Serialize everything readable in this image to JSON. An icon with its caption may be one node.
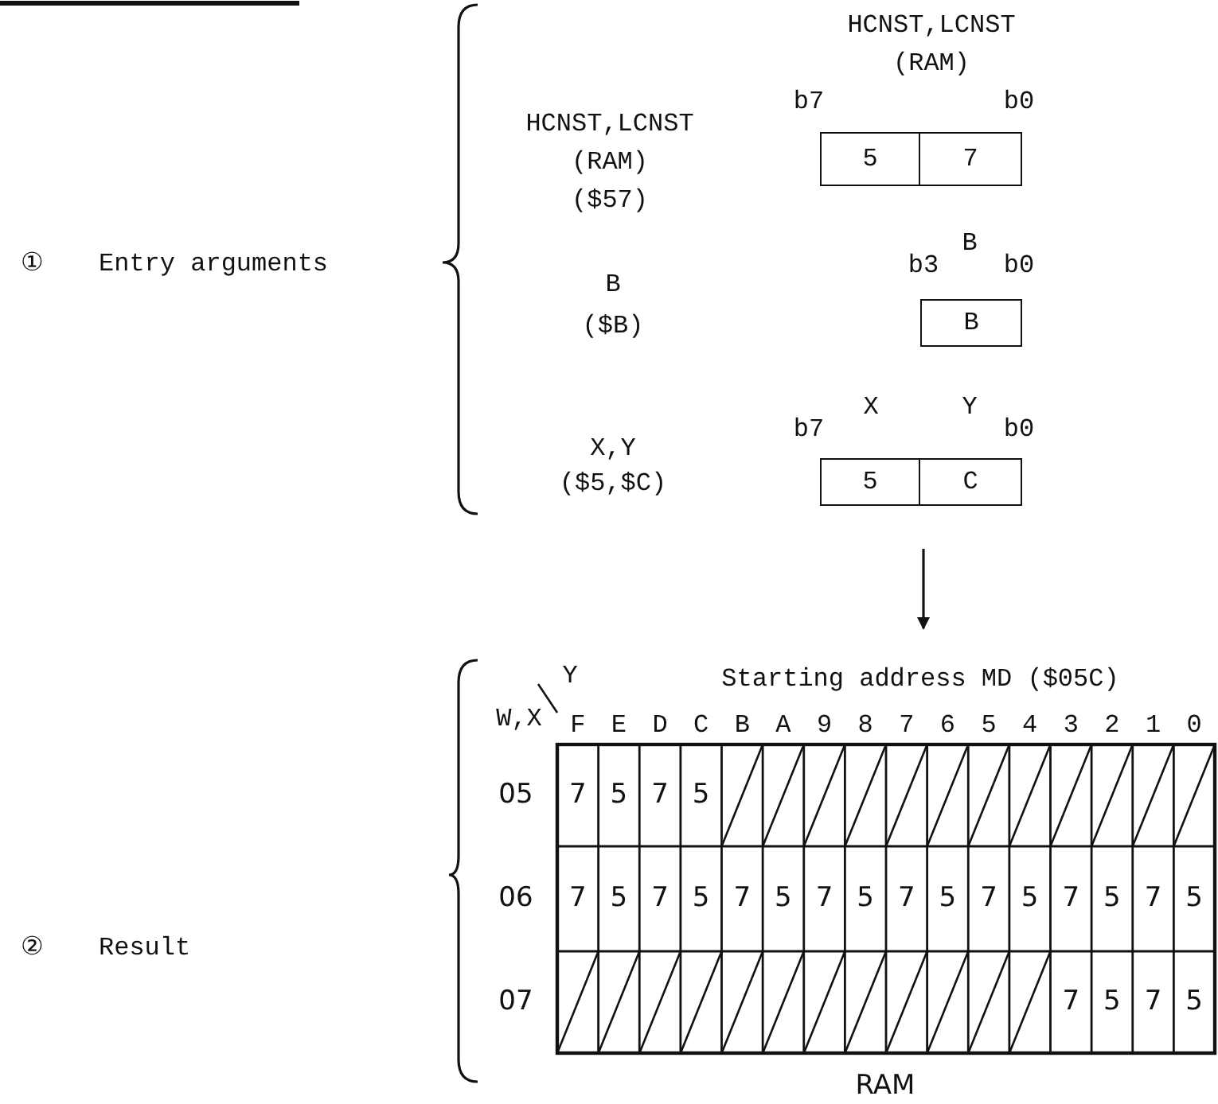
{
  "diagram": {
    "nodes": [
      {
        "text": [
          "5"
        ]
      },
      {
        "text": [
          "7"
        ]
      },
      {
        "text": [
          "B"
        ]
      },
      {
        "text": [
          "5"
        ]
      },
      {
        "text": [
          "C"
        ]
      }
    ],
    "labels": [
      "HCNST,LCNST",
      "(RAM)",
      "b7",
      "b0",
      "HCNST,LCNST",
      "(RAM)",
      "($57)",
      "①",
      "Entry arguments",
      "b3",
      "B",
      "b0",
      "B",
      "($B)",
      "b7",
      "X",
      "Y",
      "b0",
      "X,Y",
      "($5,$C)",
      "Y",
      "Starting address MD ($05C)",
      "W,X",
      "F",
      "E",
      "D",
      "C",
      "B",
      "A",
      "9",
      "8",
      "7",
      "6",
      "5",
      "4",
      "3",
      "2",
      "1",
      "0",
      "05",
      "7",
      "5",
      "7",
      "5",
      "06",
      "7",
      "5",
      "7",
      "5",
      "7",
      "5",
      "7",
      "5",
      "7",
      "5",
      "7",
      "5",
      "7",
      "5",
      "7",
      "5",
      "②",
      "Result",
      "07",
      "7",
      "5",
      "7",
      "5",
      "RAM"
    ]
  }
}
